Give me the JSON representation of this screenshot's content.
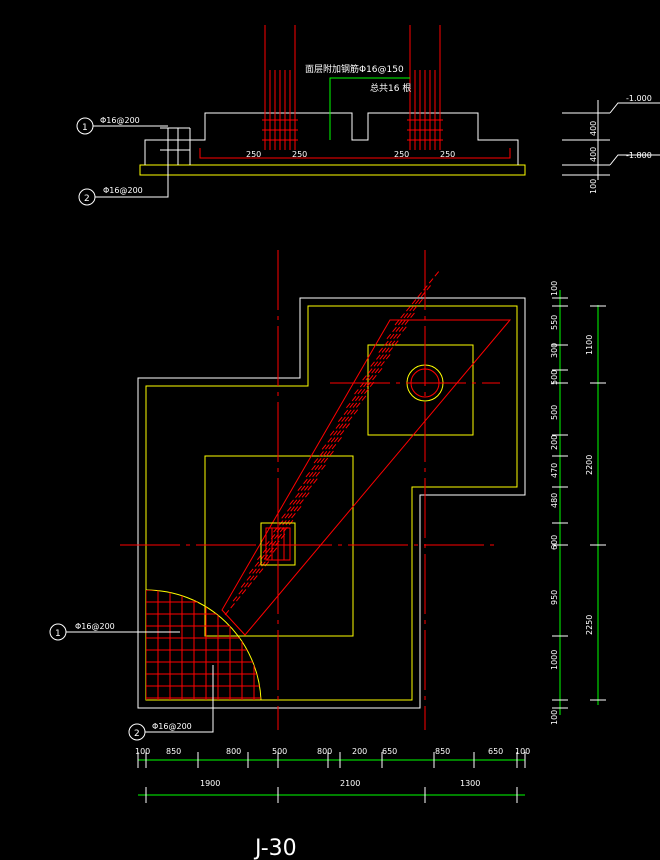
{
  "section": {
    "note_line1": "面层附加钢筋Φ16@150",
    "note_line2": "总共16 根",
    "rebar1_label": "Φ16@200",
    "rebar2_label": "Φ16@200",
    "bubble1": "1",
    "bubble2": "2",
    "dims_bottom": [
      "250",
      "250",
      "250",
      "250"
    ],
    "elev_top": "-1.000",
    "elev_bottom": "-1.800",
    "right_dims": [
      "400",
      "400",
      "100"
    ]
  },
  "plan": {
    "rebar1_label": "Φ16@200",
    "rebar2_label": "Φ16@200",
    "bubble1": "1",
    "bubble2": "2",
    "bottom_dims_row1": [
      "100",
      "850",
      "800",
      "500",
      "800",
      "200",
      "650",
      "850",
      "650",
      "100"
    ],
    "bottom_dims_row2": [
      "1900",
      "2100",
      "1300"
    ],
    "right_dims_inner": [
      "100",
      "550",
      "300",
      "500",
      "500",
      "200",
      "470",
      "480",
      "600",
      "950",
      "1000",
      "100"
    ],
    "right_dims_outer": [
      "1100",
      "2200",
      "2250"
    ]
  },
  "title": "J-30",
  "colors": {
    "outline": "#ffffff",
    "foundation": "#ffff00",
    "rebar": "#ff0000",
    "leader": "#00ff00"
  }
}
